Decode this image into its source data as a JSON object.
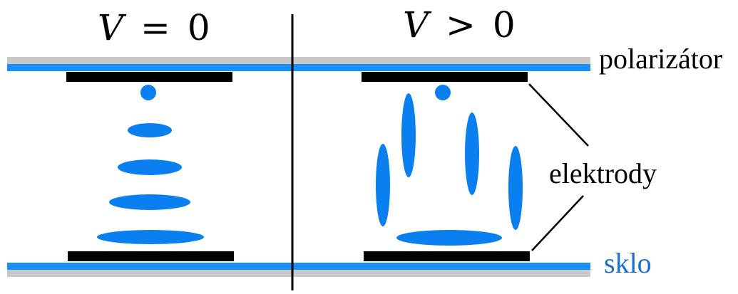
{
  "panels": {
    "left_condition": {
      "var": "V",
      "op": "=",
      "val": "0"
    },
    "right_condition": {
      "var": "V",
      "op": ">",
      "val": "0"
    }
  },
  "labels": {
    "polarizer": "polarizátor",
    "electrodes": "elektrody",
    "glass": "sklo"
  },
  "colors": {
    "liquid_crystal": "#0a7ff0",
    "glass_polarizer_blue": "#1a8ff7",
    "polarizer_grey": "#c8c8c8",
    "electrode": "#000000",
    "glass_label": "#1a6fd0"
  }
}
